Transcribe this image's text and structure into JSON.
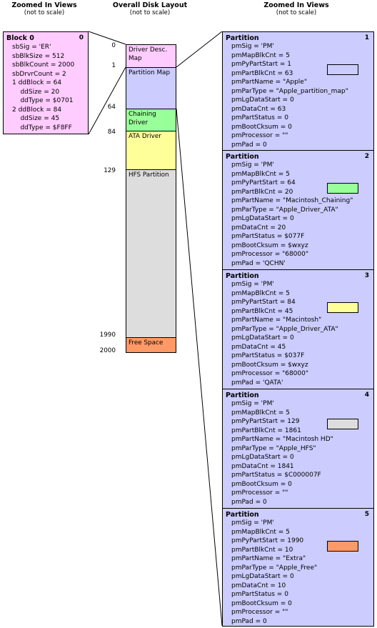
{
  "headers": {
    "left": {
      "title": "Zoomed In Views",
      "sub": "(not to scale)"
    },
    "middle": {
      "title": "Overall Disk Layout",
      "sub": "(not to scale)"
    },
    "right": {
      "title": "Zoomed In Views",
      "sub": "(not to scale)"
    }
  },
  "block0": {
    "title": "Block 0",
    "num": "0",
    "color": "#ffccff",
    "lines": [
      "sbSig = 'ER'",
      "sbBlkSize = 512",
      "sbBlkCount = 2000",
      "sbDrvrCount = 2",
      "1  ddBlock = 64",
      "    ddSize = 20",
      "    ddType = $0701",
      "2  ddBlock = 84",
      "    ddSize = 45",
      "    ddType = $F8FF"
    ]
  },
  "disk": {
    "segments": [
      {
        "label": "Driver Desc. Map",
        "color": "#ffccff"
      },
      {
        "label": "Partition Map",
        "color": "#ccccff"
      },
      {
        "label": "Chaining Driver",
        "color": "#99ff99"
      },
      {
        "label": "ATA Driver",
        "color": "#ffff99"
      },
      {
        "label": "HFS Partition",
        "color": "#dddddd"
      },
      {
        "label": "Free Space",
        "color": "#ff9966"
      }
    ],
    "addresses": [
      "0",
      "1",
      "64",
      "84",
      "129",
      "1990",
      "2000"
    ]
  },
  "partitions": [
    {
      "title": "Partition",
      "num": "1",
      "swatch": "#ccccff",
      "lines": [
        "pmSig = 'PM'",
        "pmMapBlkCnt = 5",
        "pmPyPartStart = 1",
        "pmPartBlkCnt = 63",
        "pmPartName = \"Apple\"",
        "pmParType = \"Apple_partition_map\"",
        "pmLgDataStart = 0",
        "pmDataCnt = 63",
        "pmPartStatus = 0",
        "pmBootCksum = 0",
        "pmProcessor = \"\"",
        "pmPad = 0"
      ]
    },
    {
      "title": "Partition",
      "num": "2",
      "swatch": "#99ff99",
      "lines": [
        "pmSig = 'PM'",
        "pmMapBlkCnt = 5",
        "pmPyPartStart = 64",
        "pmPartBlkCnt = 20",
        "pmPartName = \"Macintosh_Chaining\"",
        "pmParType = \"Apple_Driver_ATA\"",
        "pmLgDataStart = 0",
        "pmDataCnt = 20",
        "pmPartStatus = $077F",
        "pmBootCksum = $wxyz",
        "pmProcessor = \"68000\"",
        "pmPad = 'QCHN'"
      ]
    },
    {
      "title": "Partition",
      "num": "3",
      "swatch": "#ffff99",
      "lines": [
        "pmSig = 'PM'",
        "pmMapBlkCnt = 5",
        "pmPyPartStart = 84",
        "pmPartBlkCnt = 45",
        "pmPartName = \"Macintosh\"",
        "pmParType = \"Apple_Driver_ATA\"",
        "pmLgDataStart = 0",
        "pmDataCnt = 45",
        "pmPartStatus = $037F",
        "pmBootCksum = $wxyz",
        "pmProcessor = \"68000\"",
        "pmPad = 'QATA'"
      ]
    },
    {
      "title": "Partition",
      "num": "4",
      "swatch": "#dddddd",
      "lines": [
        "pmSig = 'PM'",
        "pmMapBlkCnt = 5",
        "pmPyPartStart = 129",
        "pmPartBlkCnt = 1861",
        "pmPartName = \"Macintosh HD\"",
        "pmParType = \"Apple_HFS\"",
        "pmLgDataStart = 0",
        "pmDataCnt = 1841",
        "pmPartStatus = $C000007F",
        "pmBootCksum = 0",
        "pmProcessor = \"\"",
        "pmPad = 0"
      ]
    },
    {
      "title": "Partition",
      "num": "5",
      "swatch": "#ff9966",
      "lines": [
        "pmSig = 'PM'",
        "pmMapBlkCnt = 5",
        "pmPyPartStart = 1990",
        "pmPartBlkCnt = 10",
        "pmPartName = \"Extra\"",
        "pmParType = \"Apple_Free\"",
        "pmLgDataStart = 0",
        "pmDataCnt = 10",
        "pmPartStatus = 0",
        "pmBootCksum = 0",
        "pmProcessor = \"\"",
        "pmPad = 0"
      ]
    }
  ]
}
